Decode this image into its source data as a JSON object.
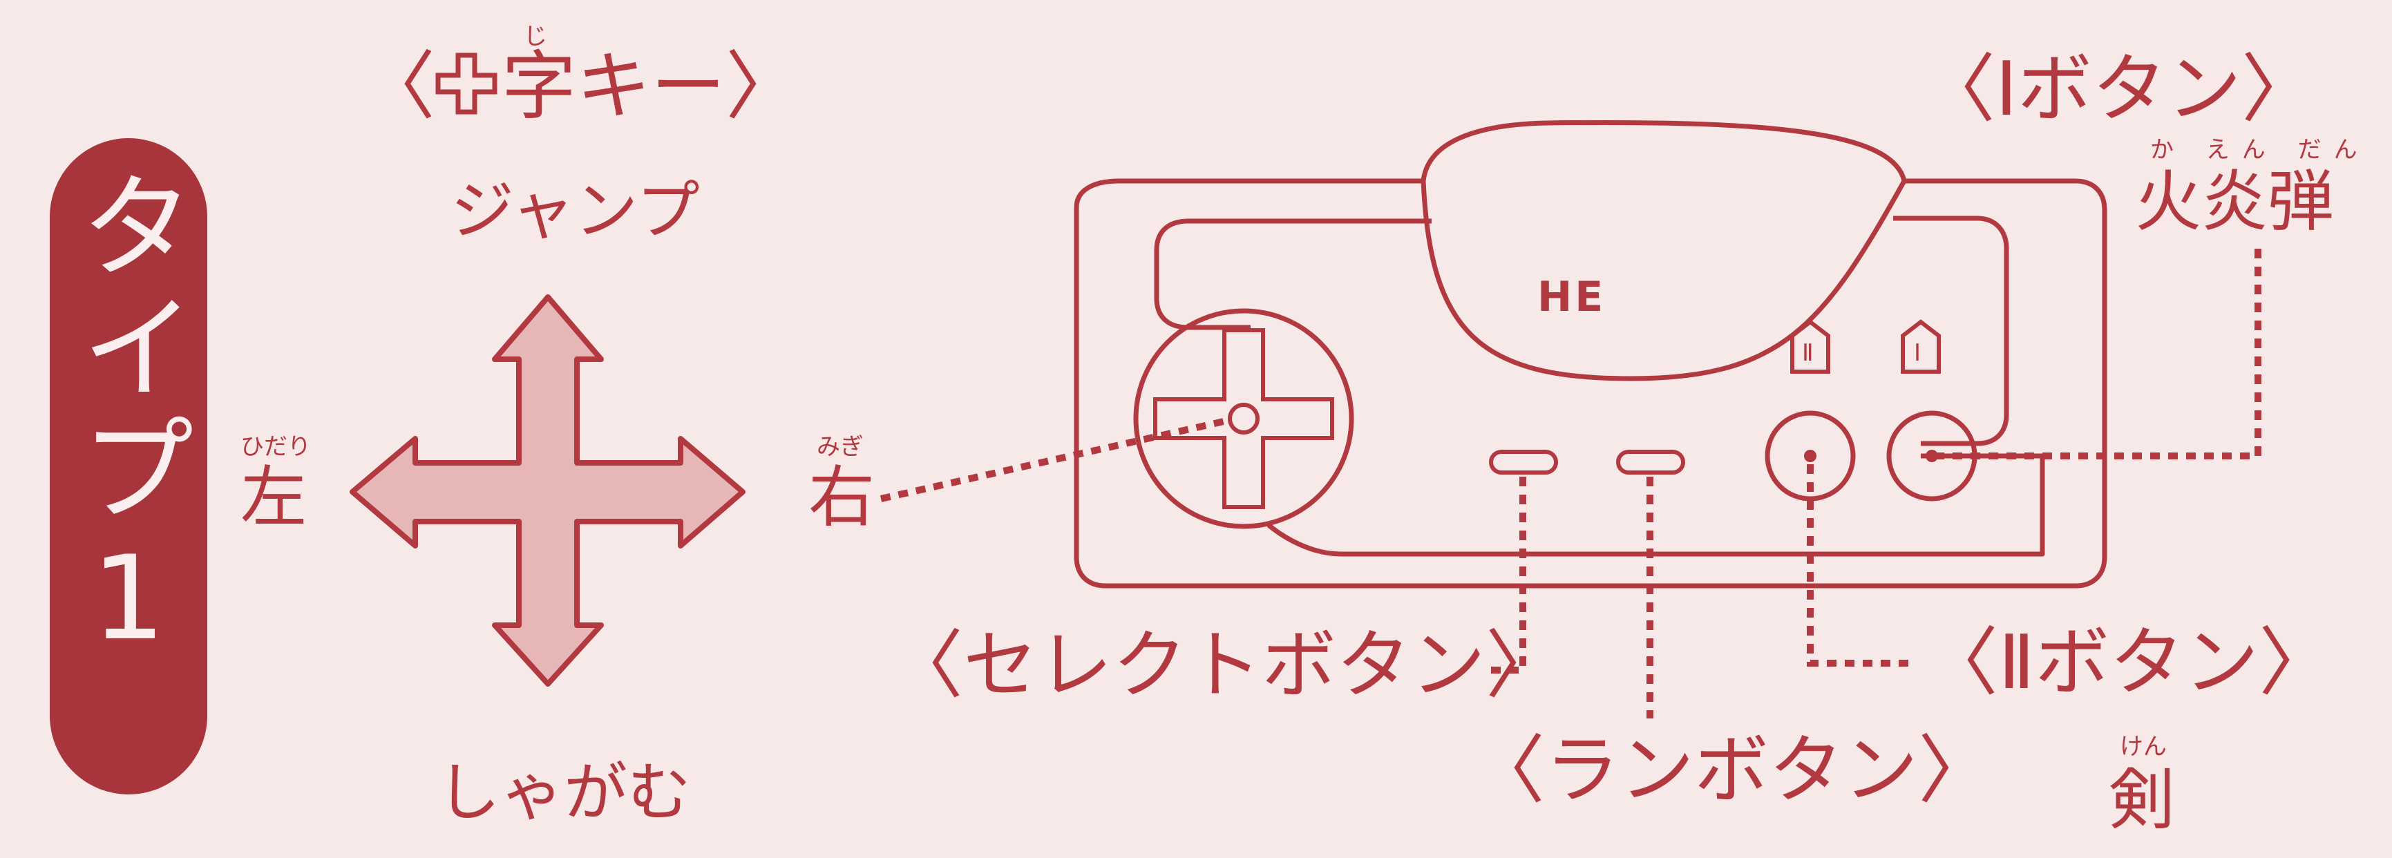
{
  "type_label": "タイプ1",
  "dpad": {
    "title_open": "〈",
    "title_rest": "字キー〉",
    "title_ruby": "じ",
    "up": "ジャンプ",
    "down": "しゃがむ",
    "left": "左",
    "left_ruby": "ひだり",
    "right": "右",
    "right_ruby": "みぎ"
  },
  "console": {
    "logo": "HE",
    "button_mark_2": "Ⅱ",
    "button_mark_1": "Ⅰ"
  },
  "button_1": {
    "label": "〈Ⅰボタン〉",
    "action": "火炎弾",
    "action_ruby": "か えん だん"
  },
  "button_2": {
    "label": "〈Ⅱボタン〉",
    "action": "剣",
    "action_ruby": "けん"
  },
  "select_button": {
    "label": "〈セレクトボタン〉"
  },
  "run_button": {
    "label": "〈ランボタン〉"
  },
  "colors": {
    "background": "#f7e9e8",
    "primary": "#b2393f",
    "pill": "#a8353c",
    "arrow_fill": "#e7b7b8"
  }
}
